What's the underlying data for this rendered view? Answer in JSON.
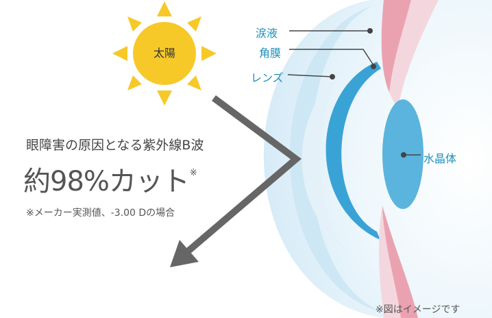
{
  "sun": {
    "label": "太陽",
    "color": "#f7c928"
  },
  "callouts": {
    "tear": "涙液",
    "cornea": "角膜",
    "lens": "レンズ",
    "crystalline_lens": "水晶体"
  },
  "text": {
    "heading": "眼障害の原因となる紫外線B波",
    "headline": "約98%カット",
    "headline_mark": "※",
    "footnote": "※メーカー実測値、-3.00 Dの場合",
    "caption": "※図はイメージです"
  },
  "colors": {
    "accent_text": "#1f8fb8",
    "eye_outer": "#d8ecf7",
    "cornea_band": "#bfe0f2",
    "contact_lens": "#3aa3d6",
    "crystalline_lens": "#5ab4dd",
    "sclera_pink": "#e98fa0",
    "arrow": "#666666"
  }
}
